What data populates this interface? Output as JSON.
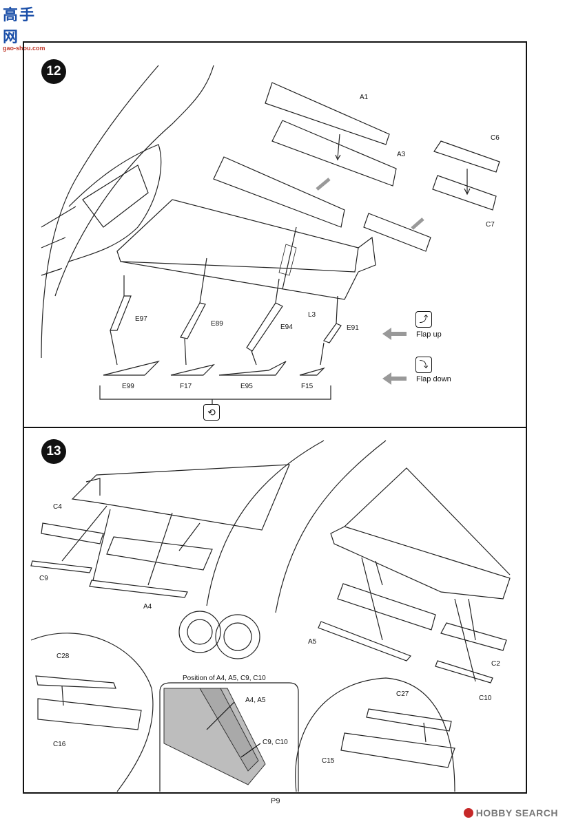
{
  "watermark_top": {
    "cn": "高手网",
    "sub": "gao-shou.com"
  },
  "step12": {
    "number": "12",
    "parts": [
      "A1",
      "A3",
      "C6",
      "C7",
      "E97",
      "E89",
      "L3",
      "E94",
      "E91",
      "E99",
      "F17",
      "E95",
      "F15"
    ],
    "legend": {
      "flap_up": "Flap up",
      "flap_down": "Flap down"
    }
  },
  "step13": {
    "number": "13",
    "parts": [
      "C4",
      "C9",
      "A4",
      "A5",
      "C2",
      "C10",
      "C28",
      "C16",
      "C27",
      "C15"
    ],
    "detail_title": "Position of A4, A5, C9, C10",
    "detail_labels": [
      "A4, A5",
      "C9, C10"
    ]
  },
  "page_number": "P9",
  "watermark_bottom": "HOBBY SEARCH"
}
